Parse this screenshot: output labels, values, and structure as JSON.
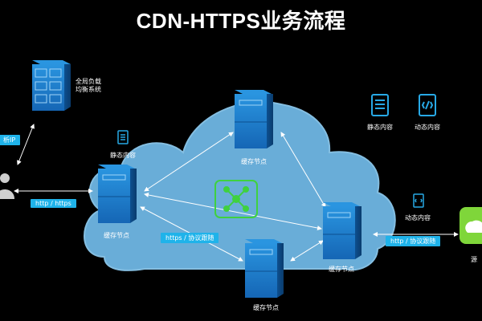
{
  "title": "CDN-HTTPS业务流程",
  "gslb": {
    "label_line1": "全局负载",
    "label_line2": "均衡系统"
  },
  "left_partial_pill": "析IP",
  "cache_nodes": {
    "top": "缓存节点",
    "left": "缓存节点",
    "bottom": "缓存节点",
    "right": "缓存节点"
  },
  "static_content_label": "静态内容",
  "legend": {
    "static": "静态内容",
    "dynamic": "动态内容"
  },
  "dynamic_content_label": "动态内容",
  "edges": {
    "user_to_left_node": "http / https",
    "left_to_bottom": "https / 协议跟随",
    "right_to_origin": "http / 协议跟随"
  },
  "origin_partial_label": "源",
  "colors": {
    "cloud": "#6fb7e4",
    "cloud_stroke": "#8cc9ee",
    "server": "#1a7fd0",
    "server_dark": "#0f5ea5",
    "pill": "#1fb3ea",
    "hub": "#3fd13f",
    "origin": "#7fd63a"
  }
}
